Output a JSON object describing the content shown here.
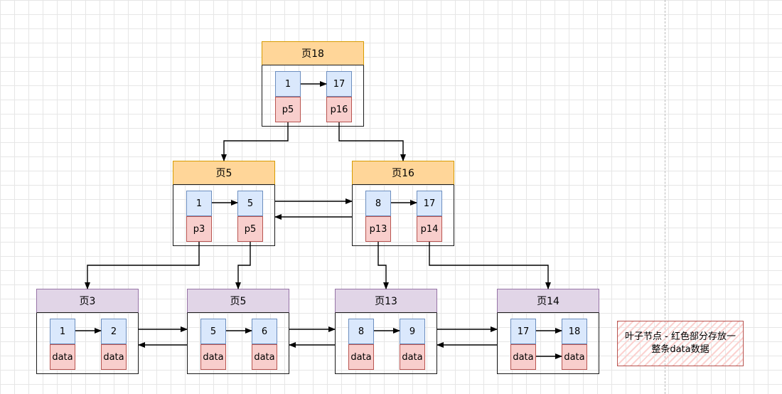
{
  "colors": {
    "internal_header": "#ffd699",
    "leaf_header": "#e1d5e7",
    "key_cell": "#dae8fc",
    "pointer_cell": "#f8cecc",
    "note_border": "#b85450"
  },
  "root": {
    "title": "页18",
    "keys": [
      "1",
      "17"
    ],
    "ptrs": [
      "p5",
      "p16"
    ]
  },
  "level2": [
    {
      "title": "页5",
      "keys": [
        "1",
        "5"
      ],
      "ptrs": [
        "p3",
        "p5"
      ]
    },
    {
      "title": "页16",
      "keys": [
        "8",
        "17"
      ],
      "ptrs": [
        "p13",
        "p14"
      ]
    }
  ],
  "leaves": [
    {
      "title": "页3",
      "keys": [
        "1",
        "2"
      ],
      "data": [
        "data",
        "data"
      ]
    },
    {
      "title": "页5",
      "keys": [
        "5",
        "6"
      ],
      "data": [
        "data",
        "data"
      ]
    },
    {
      "title": "页13",
      "keys": [
        "8",
        "9"
      ],
      "data": [
        "data",
        "data"
      ]
    },
    {
      "title": "页14",
      "keys": [
        "17",
        "18"
      ],
      "data": [
        "data",
        "data"
      ]
    }
  ],
  "note": "叶子节点 - 红色部分存放一整条data数据"
}
